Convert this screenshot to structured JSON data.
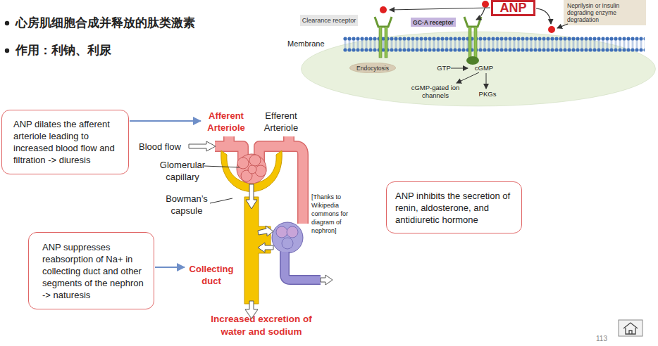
{
  "diagram": {
    "nodes": [
      {
        "text": [
          "Clearance receptor"
        ]
      },
      {
        "text": [
          "GC-A receptor"
        ]
      },
      {
        "text": [
          "ANP"
        ]
      },
      {
        "text": [
          "Neprilysin or Insulin degrading enzyme degradation"
        ]
      },
      {
        "text": [
          "GTP",
          "cGMP",
          "cGMP-gated ion channels",
          "PKGs"
        ]
      },
      {
        "text": [
          "Endocytosis"
        ],
        "in": 4
      },
      {
        "text": [
          "ANP dilates the afferent arteriole leading to increased blood flow and filtration -> diuresis"
        ]
      },
      {
        "text": [
          "ANP inhibits the secretion of renin, aldosterone, and antidiuretic hormone"
        ]
      },
      {
        "text": [
          "ANP suppresses reabsorption of Na+ in collecting duct and other segments of the nephron -> naturesis"
        ]
      }
    ],
    "labels": [
      "心房肌细胞合成并释放的肽类激素",
      "作用：利钠、利尿",
      "Membrane",
      "Afferent Arteriole",
      "Efferent Arteriole",
      "Blood flow",
      "Glomerular capillary",
      "Bowman’s capsule",
      "[Thanks to Wikipedia commons for diagram of nephron]",
      "Collecting duct",
      "Increased excretion of water and sodium",
      "113"
    ]
  }
}
